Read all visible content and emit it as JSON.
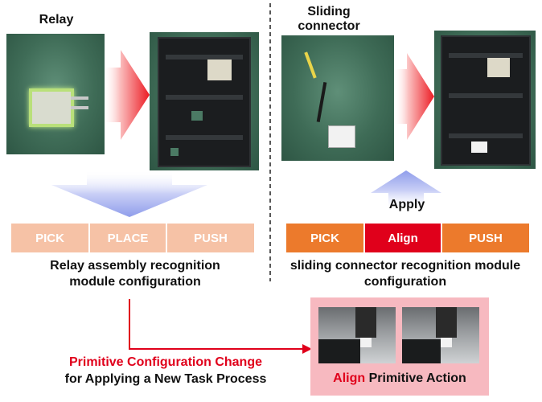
{
  "left": {
    "title": "Relay",
    "bar": [
      "PICK",
      "PLACE",
      "PUSH"
    ],
    "caption_line1": "Relay assembly recognition",
    "caption_line2": "module configuration"
  },
  "right": {
    "title_line1": "Sliding",
    "title_line2": "connector",
    "apply": "Apply",
    "bar": [
      "PICK",
      "Align",
      "PUSH"
    ],
    "caption_line1": "sliding connector recognition module",
    "caption_line2": "configuration"
  },
  "bottom": {
    "change_line1": "Primitive Configuration Change",
    "change_line2": "for Applying a New Task Process",
    "action_highlight": "Align",
    "action_rest": "Primitive Action"
  },
  "colors": {
    "left_bar": "#f6c2a6",
    "right_bar": "#ec7a2c",
    "align_cell": "#e0001b",
    "highlight_red": "#e0001b",
    "arrow_blue": "#9aa7ee",
    "pink_panel": "#f7b9c0"
  }
}
